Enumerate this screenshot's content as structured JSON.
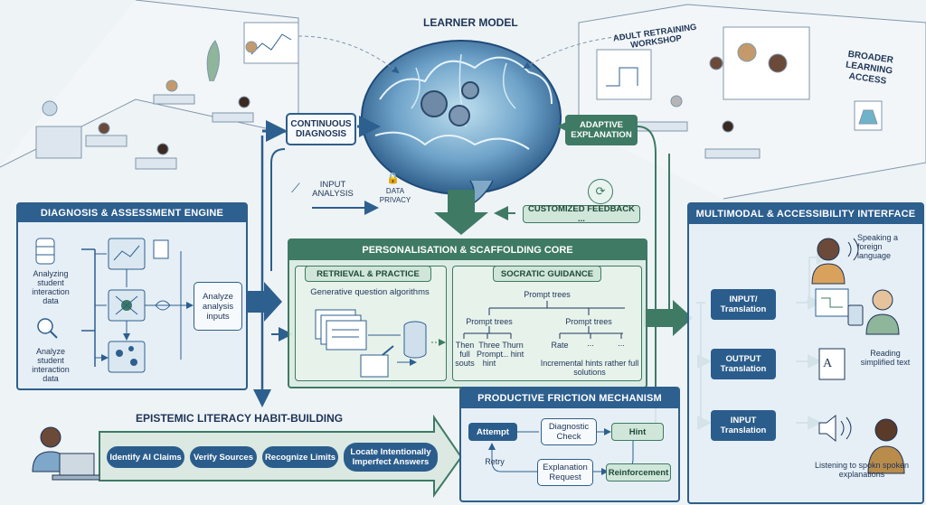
{
  "learner_model": {
    "title": "LEARNER MODEL"
  },
  "continuous_diagnosis": {
    "label": "CONTINUOUS DIAGNOSIS"
  },
  "adaptive_explanation": {
    "label": "ADAPTIVE EXPLANATION"
  },
  "input_analysis": {
    "label": "INPUT ANALYSIS"
  },
  "data_privacy": {
    "label": "DATA PRIVACY"
  },
  "customized_feedback": {
    "label": "CUSTOMIZED FEEDBACK ..."
  },
  "workshop": {
    "sign": "ADULT RETRAINING WORKSHOP"
  },
  "broader_access": {
    "label": "BROADER LEARNING ACCESS"
  },
  "diagnosis_engine": {
    "title": "DIAGNOSIS & ASSESSMENT ENGINE",
    "data_label_1": "Analyzing student interaction data",
    "data_label_2": "Analyze student interaction data",
    "analyze_inputs": "Analyze analysis inputs"
  },
  "personalisation": {
    "title": "PERSONALISATION & SCAFFOLDING CORE",
    "retrieval": {
      "title": "RETRIEVAL & PRACTICE",
      "subtitle": "Generative question algorithms"
    },
    "socratic": {
      "title": "SOCRATIC GUIDANCE",
      "root": "Prompt trees",
      "branch_left": "Prompt trees",
      "branch_right": "Prompt trees",
      "leaves": [
        "Then full souts",
        "Three Prompt hint",
        "Thurn ... hint",
        "Rate",
        "...",
        "..."
      ],
      "note": "Incremental hints rather full solutions"
    }
  },
  "friction": {
    "title": "PRODUCTIVE FRICTION MECHANISM",
    "attempt": "Attempt",
    "diagnostic_check": "Diagnostic Check",
    "hint": "Hint",
    "retry": "Retry",
    "explanation_request": "Explanation Request",
    "reinforcement": "Reinforcement"
  },
  "epistemic": {
    "title": "EPISTEMIC LITERACY HABIT-BUILDING",
    "steps": [
      "Identify AI Claims",
      "Verify Sources",
      "Recognize Limits",
      "Locate Intentionally Imperfect Answers"
    ]
  },
  "multimodal": {
    "title": "MULTIMODAL & ACCESSIBILITY INTERFACE",
    "input_translation_1": "INPUT/ Translation",
    "output_translation": "OUTPUT Translation",
    "input_translation_2": "INPUT Translation",
    "speaking": "Speaking a foreign language",
    "reading": "Reading simplified text",
    "listening": "Listening to spokn spoken explanations"
  },
  "colors": {
    "navy": "#2d5f8f",
    "green": "#3e7a64",
    "bg": "#eef3f6"
  }
}
